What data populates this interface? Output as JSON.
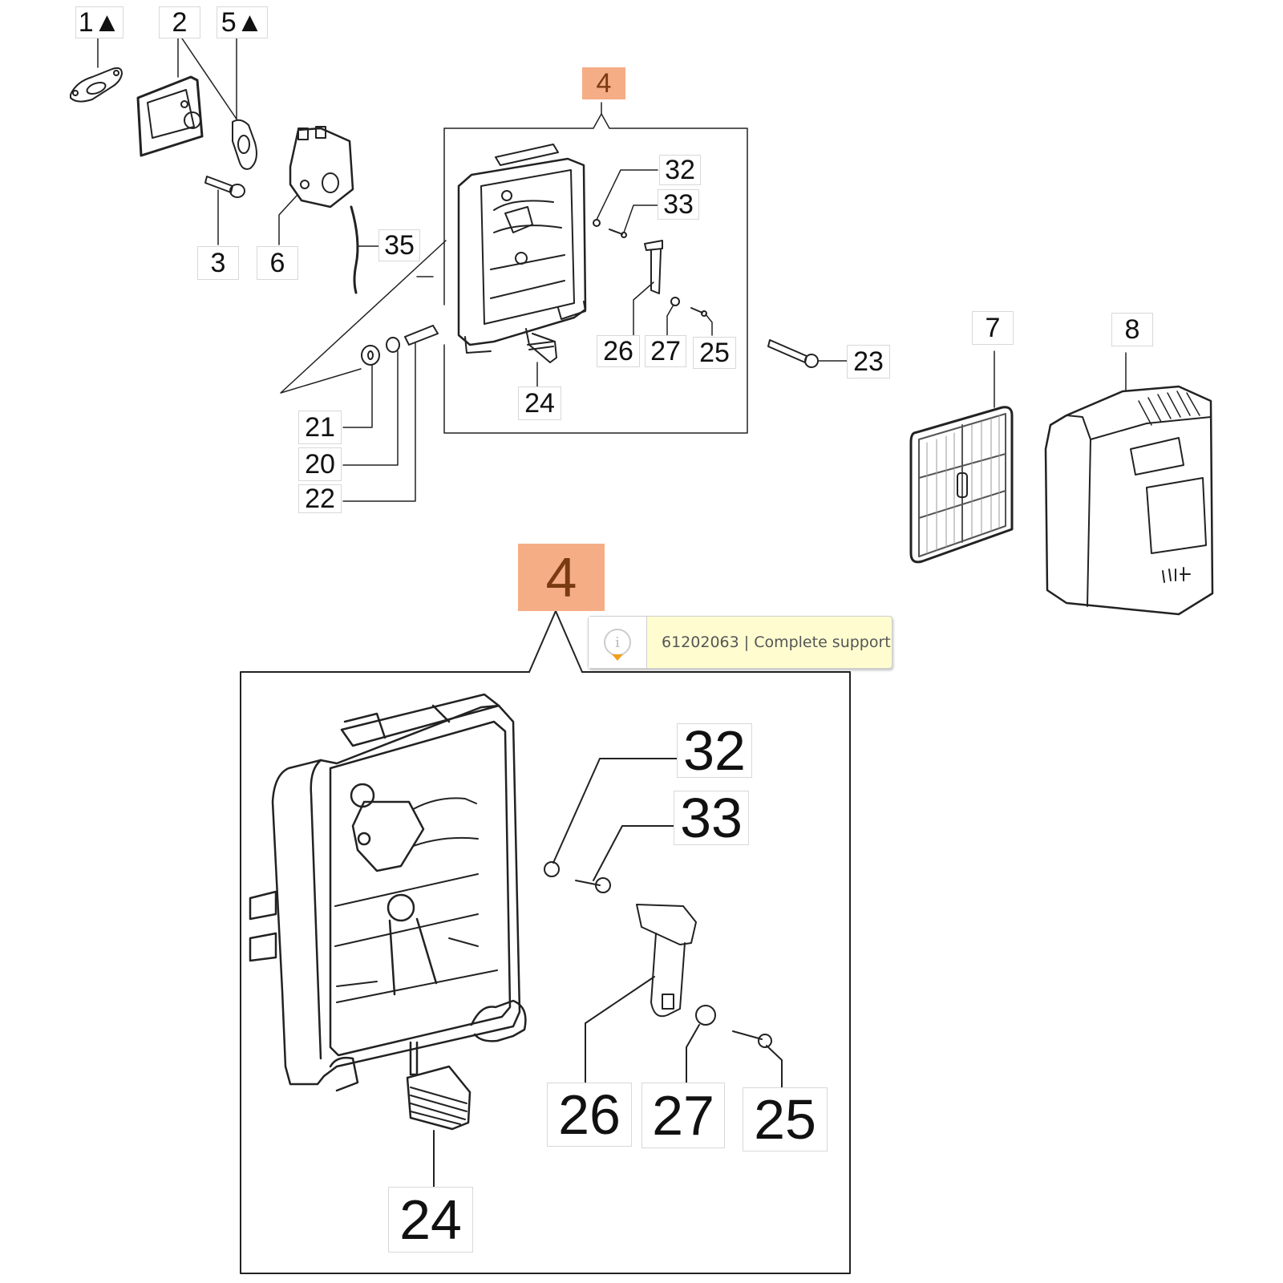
{
  "diagram": {
    "type": "exploded parts diagram",
    "overview_labels": [
      {
        "id": "1",
        "text": "1▲"
      },
      {
        "id": "2",
        "text": "2"
      },
      {
        "id": "5",
        "text": "5▲"
      },
      {
        "id": "3",
        "text": "3"
      },
      {
        "id": "6",
        "text": "6"
      },
      {
        "id": "35",
        "text": "35"
      },
      {
        "id": "4",
        "text": "4",
        "highlighted": true
      },
      {
        "id": "32",
        "text": "32"
      },
      {
        "id": "33",
        "text": "33"
      },
      {
        "id": "26",
        "text": "26"
      },
      {
        "id": "27",
        "text": "27"
      },
      {
        "id": "25",
        "text": "25"
      },
      {
        "id": "24",
        "text": "24"
      },
      {
        "id": "23",
        "text": "23"
      },
      {
        "id": "21",
        "text": "21"
      },
      {
        "id": "20",
        "text": "20"
      },
      {
        "id": "22",
        "text": "22"
      },
      {
        "id": "7",
        "text": "7"
      },
      {
        "id": "8",
        "text": "8"
      }
    ],
    "detail_labels": [
      {
        "id": "4",
        "text": "4",
        "highlighted": true
      },
      {
        "id": "32",
        "text": "32"
      },
      {
        "id": "33",
        "text": "33"
      },
      {
        "id": "26",
        "text": "26"
      },
      {
        "id": "27",
        "text": "27"
      },
      {
        "id": "25",
        "text": "25"
      },
      {
        "id": "24",
        "text": "24"
      }
    ],
    "highlight_color": "#f5ad86"
  },
  "tooltip": {
    "icon": "info-icon",
    "part_number": "61202063",
    "separator": " | ",
    "description": "Complete support",
    "text": "61202063 | Complete support"
  }
}
